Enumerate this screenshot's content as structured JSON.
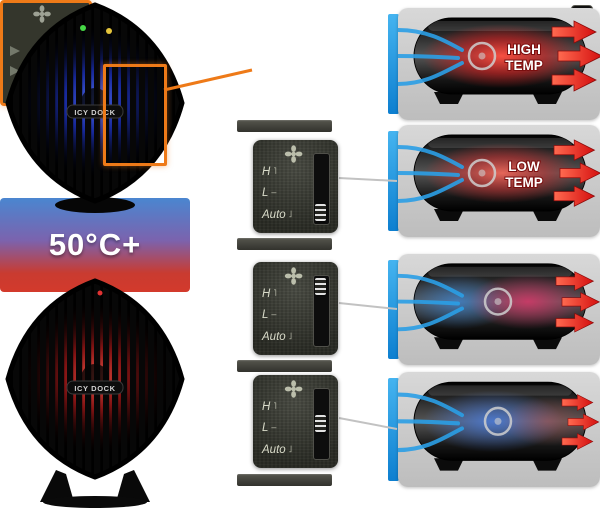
{
  "brand": "ICY DOCK",
  "banner": {
    "label": "50°C+",
    "gradient_top": "#4a86d0",
    "gradient_bottom": "#d33a2c"
  },
  "leds": {
    "power_green": "#46d846",
    "status_amber": "#e5c53c",
    "alert_red": "#e03232"
  },
  "callout": {
    "accent": "#ee7a18"
  },
  "fan_switch": {
    "options": [
      {
        "label": "H",
        "mark": "˥"
      },
      {
        "label": "L",
        "mark": "–"
      },
      {
        "label": "Auto",
        "mark": "˩"
      }
    ],
    "panels": [
      {
        "name": "switch-photo-closeup",
        "selected_option": ""
      },
      {
        "name": "auto-mode",
        "selected_option": "Auto"
      },
      {
        "name": "high-speed-mode",
        "selected_option": "H"
      },
      {
        "name": "low-speed-mode",
        "selected_option": "L"
      }
    ]
  },
  "airflow": {
    "intake_color": "#2196e0",
    "exhaust_color": "#e01b1b",
    "rows": [
      {
        "label_lines": [
          "HIGH",
          "TEMP"
        ],
        "glow": "#ff1c1c"
      },
      {
        "label_lines": [
          "LOW",
          "TEMP"
        ],
        "glow": "#f04040"
      },
      {
        "label_lines": [
          "",
          ""
        ],
        "glow": "#c83a6a"
      },
      {
        "label_lines": [
          "",
          ""
        ],
        "glow": "#3a6ae0"
      }
    ]
  }
}
